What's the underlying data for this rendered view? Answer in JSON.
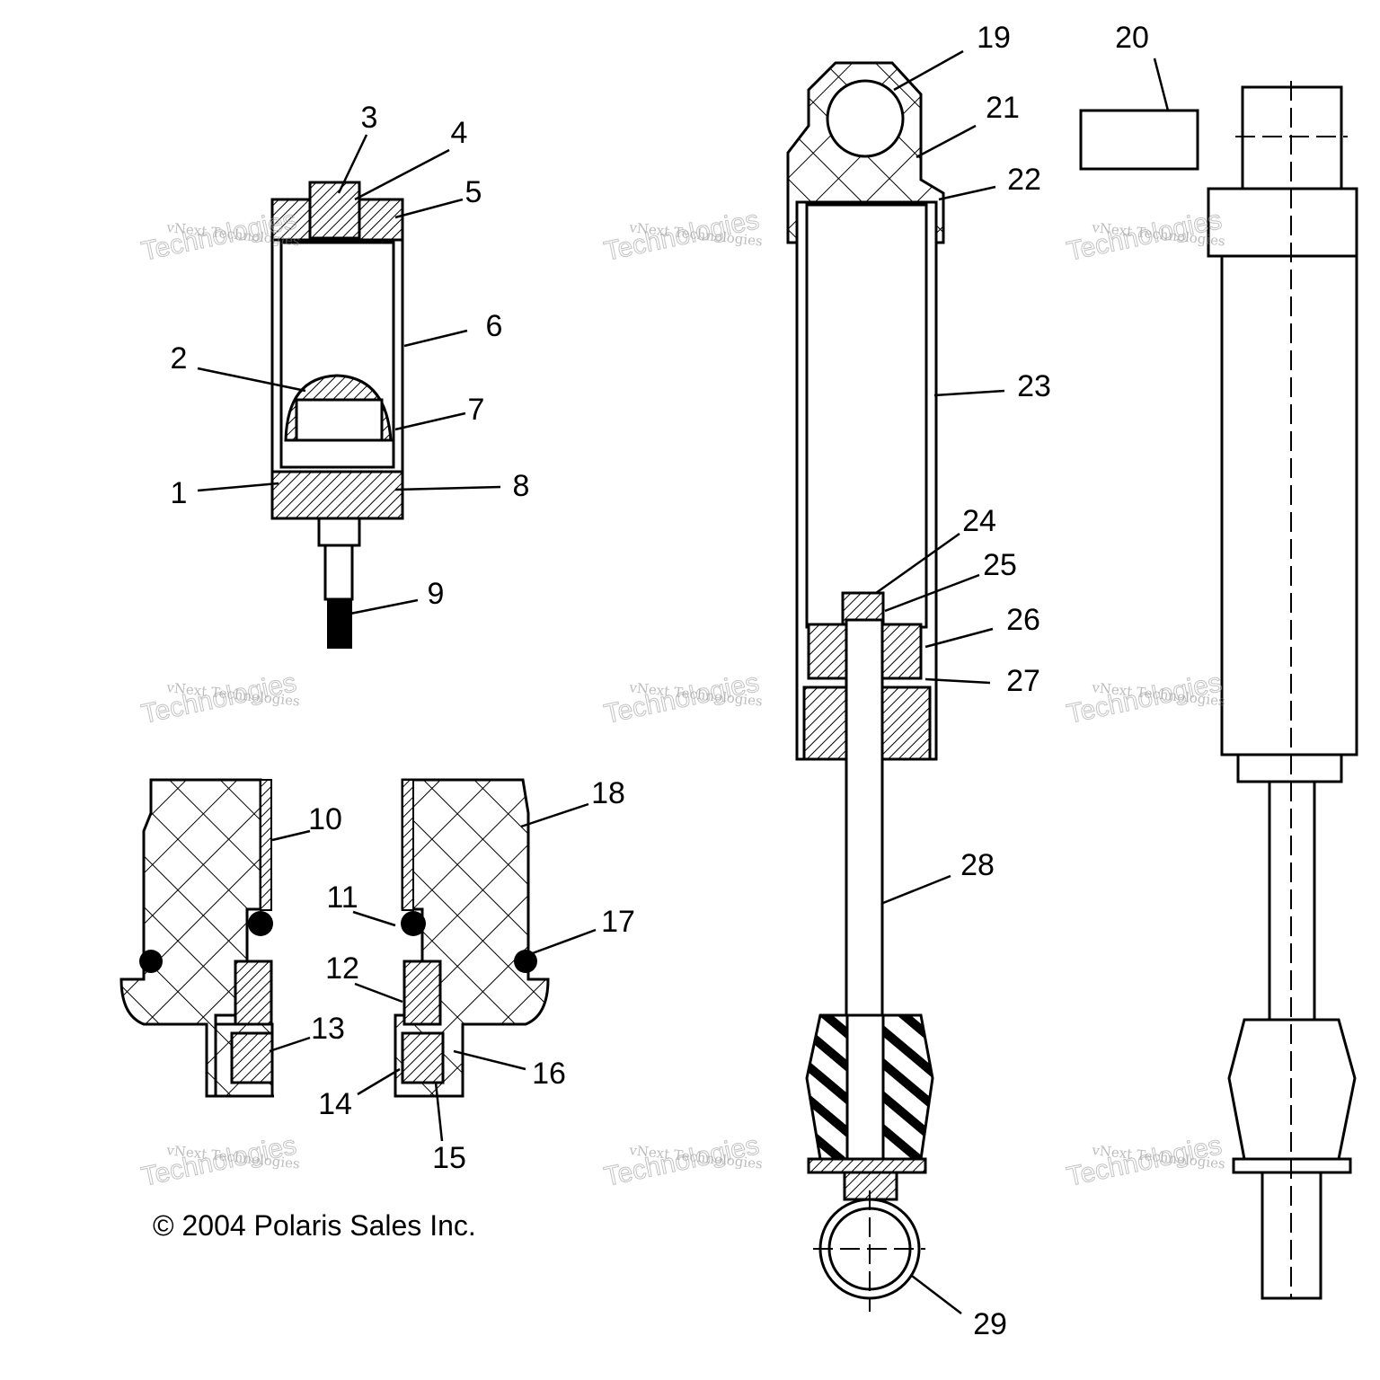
{
  "labels": {
    "1": "1",
    "2": "2",
    "3": "3",
    "4": "4",
    "5": "5",
    "6": "6",
    "7": "7",
    "8": "8",
    "9": "9",
    "10": "10",
    "11": "11",
    "12": "12",
    "13": "13",
    "14": "14",
    "15": "15",
    "16": "16",
    "17": "17",
    "18": "18",
    "19": "19",
    "20": "20",
    "21": "21",
    "22": "22",
    "23": "23",
    "24": "24",
    "25": "25",
    "26": "26",
    "27": "27",
    "28": "28",
    "29": "29"
  },
  "copyright": "© 2004 Polaris Sales Inc.",
  "watermark": {
    "line1": "vNext Technologies",
    "line2": "Technologies"
  }
}
